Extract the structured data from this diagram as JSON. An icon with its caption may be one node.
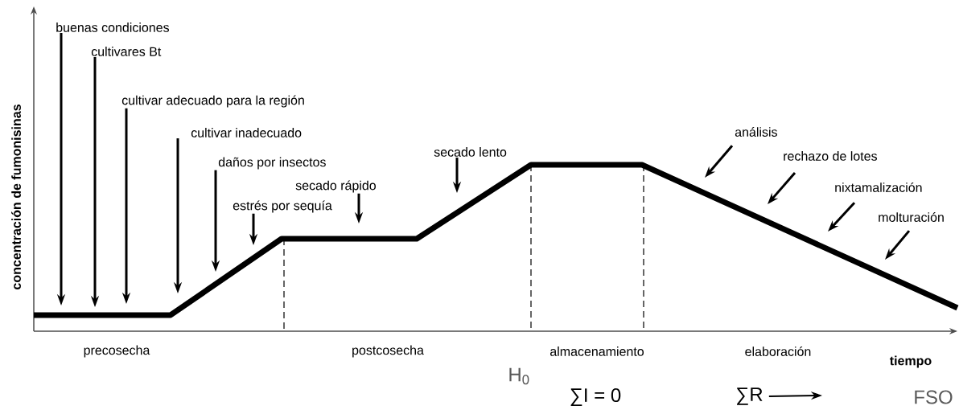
{
  "diagram": {
    "nodes": [
      {
        "text": [
          "buenas condiciones"
        ]
      },
      {
        "text": [
          "cultivares Bt"
        ]
      },
      {
        "text": [
          "cultivar adecuado para la región"
        ]
      },
      {
        "text": [
          "cultivar inadecuado"
        ]
      },
      {
        "text": [
          "daños por insectos"
        ]
      },
      {
        "text": [
          "estrés por sequía"
        ]
      },
      {
        "text": [
          "secado rápido"
        ]
      },
      {
        "text": [
          "secado lento"
        ]
      },
      {
        "text": [
          "análisis"
        ]
      },
      {
        "text": [
          "rechazo de lotes"
        ]
      },
      {
        "text": [
          "nixtamalización"
        ]
      },
      {
        "text": [
          "molturación"
        ]
      },
      {
        "text": [
          "∑R"
        ]
      }
    ],
    "edges": [
      {
        "from": 0,
        "to": null,
        "arrow": "to"
      },
      {
        "from": 1,
        "to": null,
        "arrow": "to"
      },
      {
        "from": 2,
        "to": null,
        "arrow": "to"
      },
      {
        "from": 3,
        "to": null,
        "arrow": "to"
      },
      {
        "from": 4,
        "to": null,
        "arrow": "to"
      },
      {
        "from": 5,
        "to": null,
        "arrow": "to"
      },
      {
        "from": 6,
        "to": null,
        "arrow": "to"
      },
      {
        "from": 7,
        "to": null,
        "arrow": "to"
      },
      {
        "from": 8,
        "to": null,
        "arrow": "to"
      },
      {
        "from": 9,
        "to": null,
        "arrow": "to"
      },
      {
        "from": 10,
        "to": null,
        "arrow": "to"
      },
      {
        "from": 11,
        "to": null,
        "arrow": "to"
      },
      {
        "from": 12,
        "to": null,
        "arrow": "to"
      }
    ],
    "labels": [
      "concentración de fumonisinas",
      "precosecha",
      "postcosecha",
      "almacenamiento",
      "elaboración",
      "tiempo",
      "H$_{0}$",
      "∑I = 0",
      "FSO"
    ]
  }
}
